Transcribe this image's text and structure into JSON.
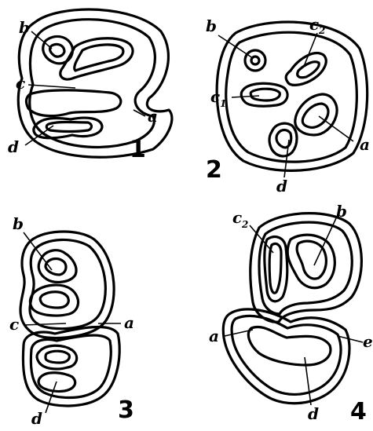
{
  "panels": [
    {
      "number": "1",
      "labels": {
        "a": "a",
        "b": "b",
        "c": "c",
        "d": "d"
      }
    },
    {
      "number": "2",
      "labels": {
        "a": "a",
        "b": "b",
        "c1": "c",
        "c1_sub": "1",
        "c2": "c",
        "c2_sub": "2",
        "d": "d"
      }
    },
    {
      "number": "3",
      "labels": {
        "a": "a",
        "b": "b",
        "c": "c",
        "d": "d"
      }
    },
    {
      "number": "4",
      "labels": {
        "a": "a",
        "b": "b",
        "c2": "c",
        "c2_sub": "2",
        "d": "d",
        "e": "e"
      }
    }
  ]
}
